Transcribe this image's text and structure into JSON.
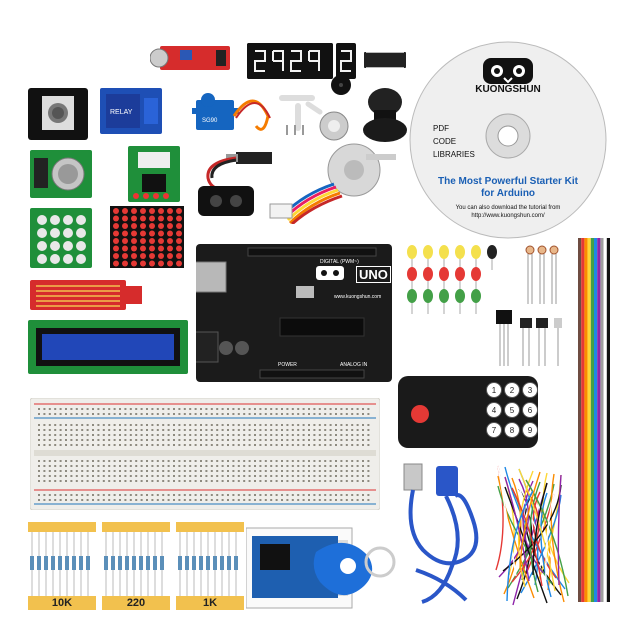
{
  "cd": {
    "brand": "KUONGSHUN",
    "list": [
      "PDF",
      "CODE",
      "LIBRARIES"
    ],
    "title_line1": "The Most Powerful Starter Kit",
    "title_line2": "for Arduino",
    "note_line1": "You can also download the tutorial from",
    "note_line2": "http://www.kuongshun.com/"
  },
  "board": {
    "model": "UNO",
    "brand_url": "www.kuongshun.com",
    "label_digital": "DIGITAL (PWM~)",
    "label_power": "POWER",
    "label_analog": "ANALOG IN"
  },
  "resistors": [
    "10K",
    "220",
    "1K"
  ],
  "remote": {
    "keys": [
      "1",
      "2",
      "3",
      "4",
      "5",
      "6",
      "7",
      "8",
      "9"
    ]
  },
  "colors": {
    "cd_disc": "#e8e8e8",
    "cd_title": "#1a5fb4",
    "board_pcb": "#1b1b1b",
    "resistor_tag": "#f2c14e",
    "breadboard": "#efeeea",
    "rfid_pcb": "#1e5fb0",
    "usb_cable": "#2a56c8"
  }
}
